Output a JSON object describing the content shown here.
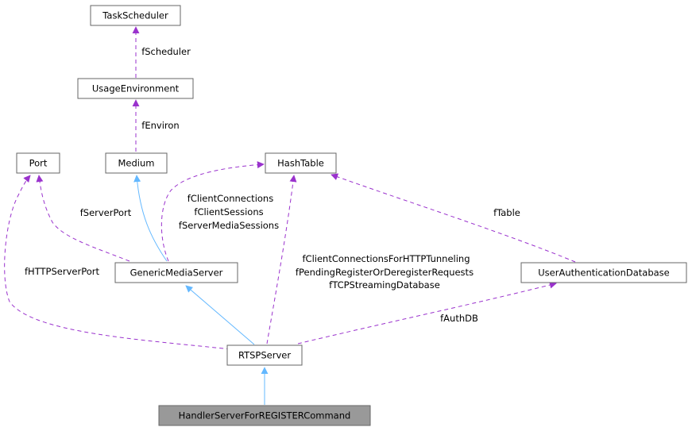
{
  "nodes": {
    "taskscheduler": "TaskScheduler",
    "usageenvironment": "UsageEnvironment",
    "port": "Port",
    "medium": "Medium",
    "hashtable": "HashTable",
    "genericmediaserver": "GenericMediaServer",
    "userauthdb": "UserAuthenticationDatabase",
    "rtspserver": "RTSPServer",
    "handler": "HandlerServerForREGISTERCommand"
  },
  "edge_labels": {
    "fscheduler": "fScheduler",
    "fenviron": "fEnviron",
    "fserverport": "fServerPort",
    "fhttpserverport": "fHTTPServerPort",
    "fclientconnections": "fClientConnections",
    "fclientsessions": "fClientSessions",
    "fservermediasessions": "fServerMediaSessions",
    "ftable": "fTable",
    "fclientconnectionsforhttp": "fClientConnectionsForHTTPTunneling",
    "fpendingregister": "fPendingRegisterOrDeregisterRequests",
    "ftcpstreaming": "fTCPStreamingDatabase",
    "fauthdb": "fAuthDB"
  },
  "colors": {
    "usage_edge": "#9a32cd",
    "inheritance_edge": "#63b8ff",
    "focus_node_fill": "#999999",
    "node_border": "#666666"
  }
}
